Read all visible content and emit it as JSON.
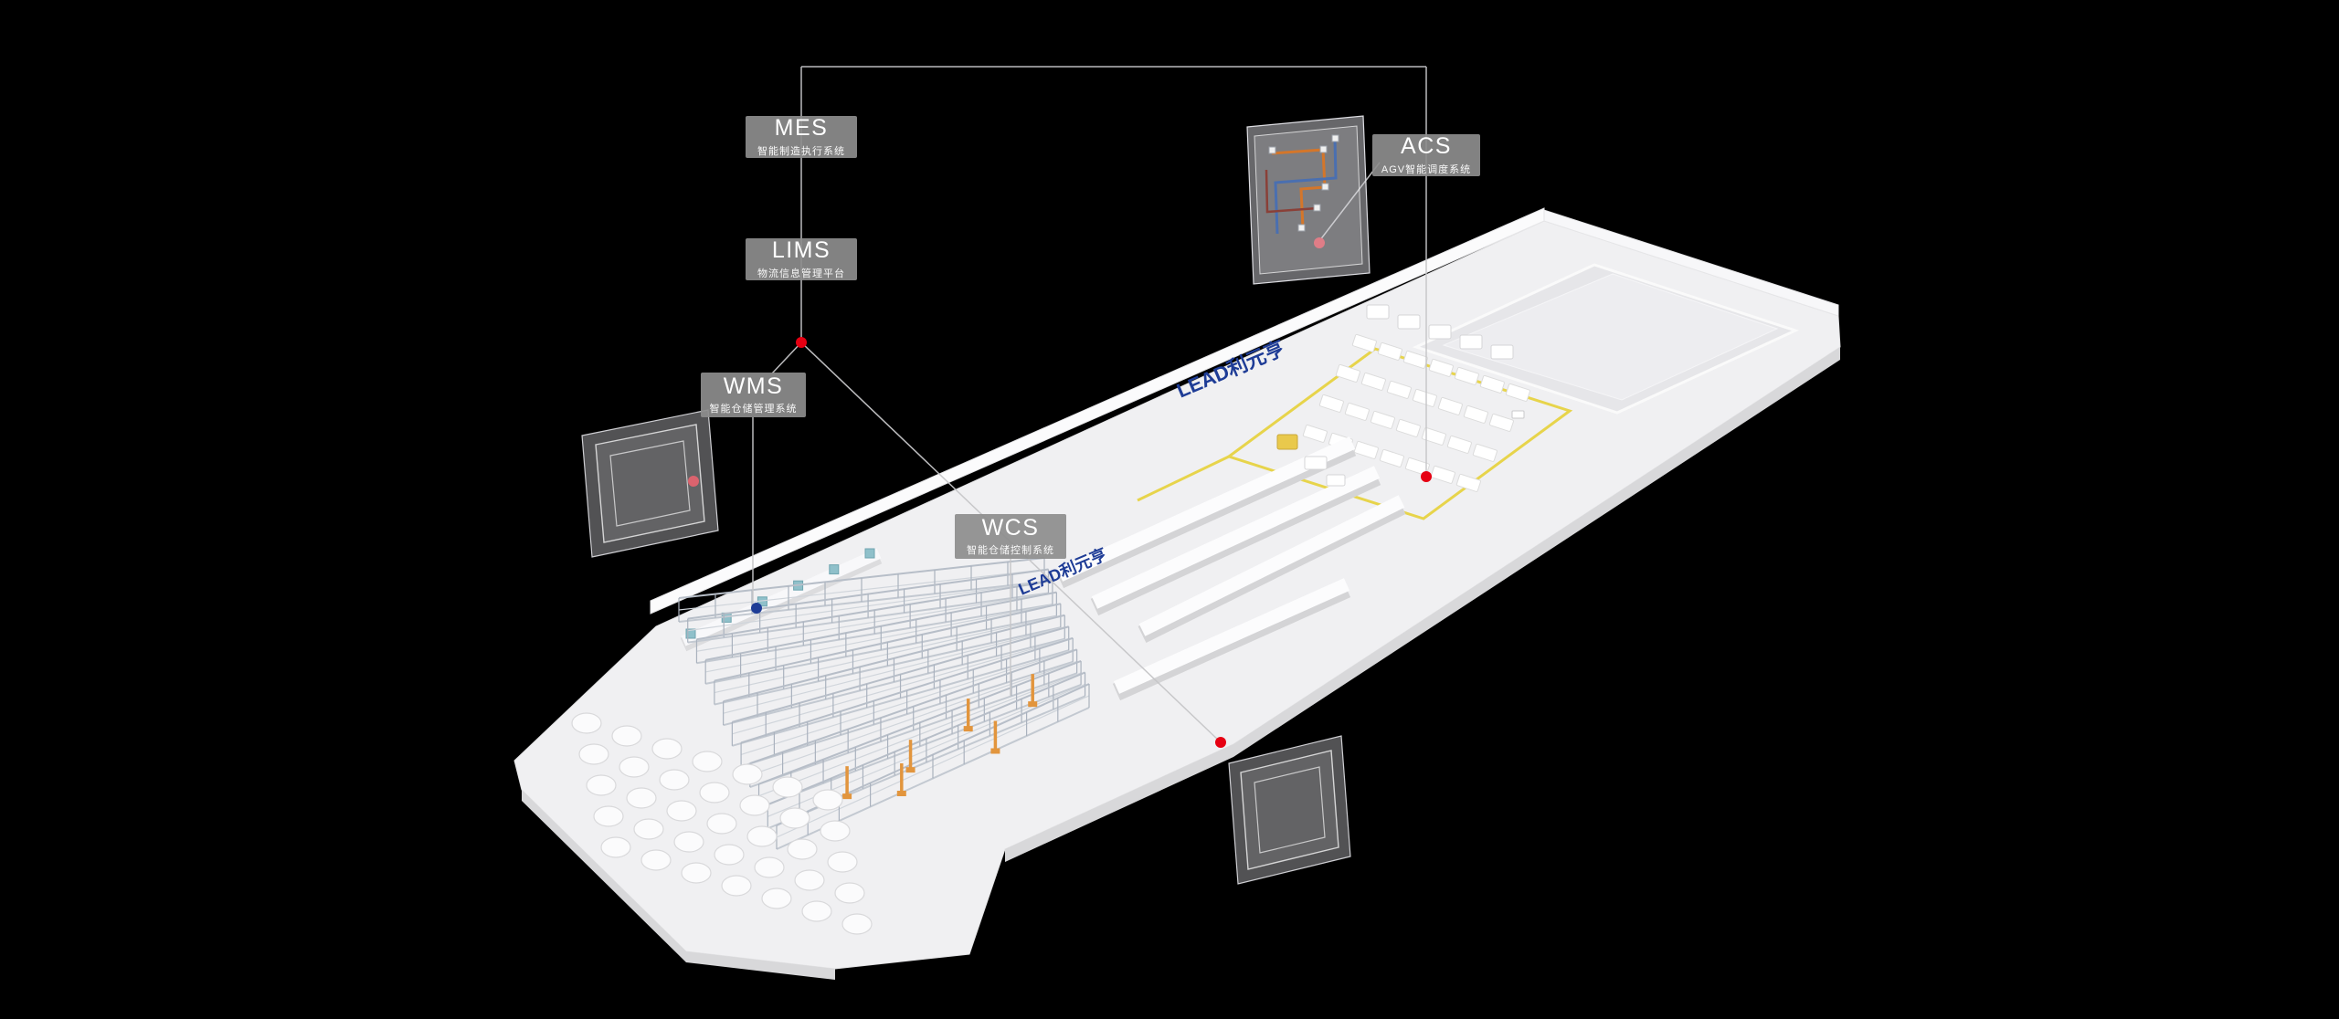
{
  "scene": {
    "background": "#000000"
  },
  "callouts": [
    {
      "id": "mes",
      "title": "MES",
      "subtitle": "智能制造执行系统"
    },
    {
      "id": "lims",
      "title": "LIMS",
      "subtitle": "物流信息管理平台"
    },
    {
      "id": "wms",
      "title": "WMS",
      "subtitle": "智能仓储管理系统"
    },
    {
      "id": "wcs",
      "title": "WCS",
      "subtitle": "智能仓储控制系统"
    },
    {
      "id": "acs",
      "title": "ACS",
      "subtitle": "AGV智能调度系统"
    }
  ],
  "floor_logo": {
    "text": "LEAD利元亨"
  },
  "colors": {
    "connector": "#c6c6c8",
    "node_red": "#e60012",
    "node_blue": "#1e3c96",
    "floor": "#f0f0f2",
    "floor_side": "#d8d8da",
    "agv_path_yellow": "#e7d44b",
    "rack_steel": "#b7bec8",
    "crane_orange": "#e2953d",
    "logo_blue": "#1e3c96"
  }
}
